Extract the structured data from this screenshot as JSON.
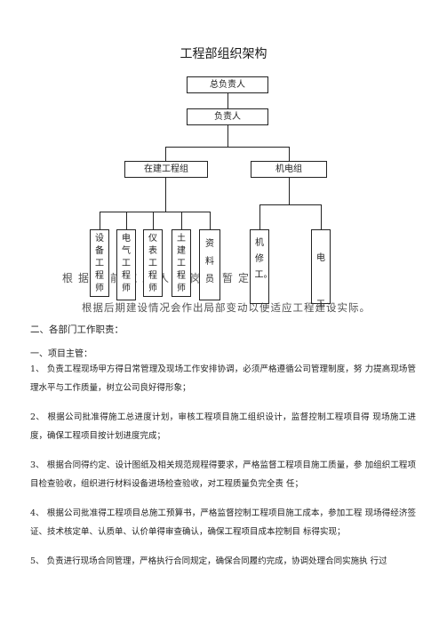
{
  "title": "工程部组织架构",
  "org": {
    "top": "总负责人",
    "second": "负责人",
    "groups": [
      "在建工程组",
      "机电组"
    ],
    "construction_members": [
      "设备工程师",
      "电气工程师",
      "仪表工程师",
      "土建工程师",
      "资料员"
    ],
    "mep_members": [
      "机修工。",
      "电工"
    ]
  },
  "overlap_text": {
    "line1": "根据目前施工人员岗位暂定",
    "line2": "根据后期建设情况会作出局部变动以便适应工程建设实际。"
  },
  "section_heading": "二、各部门工作职责：",
  "sub_heading": "一、项目主管：",
  "items": [
    "1、 负责工程现场甲方得日常管理及现场工作安排协调，必须严格遵循公司管理制度，努 力提高现场管理水平与工作质量，树立公司良好得形象；",
    "2、 根据公司批准得施工总进度计划，审核工程项目施工组织设计，监督控制工程项目得 现场施工进度，确保工程项目按计划进度完成；",
    "3、 根据合同得约定、设计图纸及相关规范规程得要求，严格监督工程项目施工质量，参 加组织工程项目检查验收，组织进行材料设备进场检查验收，对工程质量负完全责 任；",
    "4、 根据公司批准得工程项目总施工预算书，严格监督控制工程项目施工成本，参加工程 现场得经济签证、技术核定单、认质单、认价单得审查确认，确保工程项目成本控制目 标得实现；",
    "5、 负责进行现场合同管理，严格执行合同规定，确保合同履约完成，协调处理合同实施执 行过"
  ]
}
